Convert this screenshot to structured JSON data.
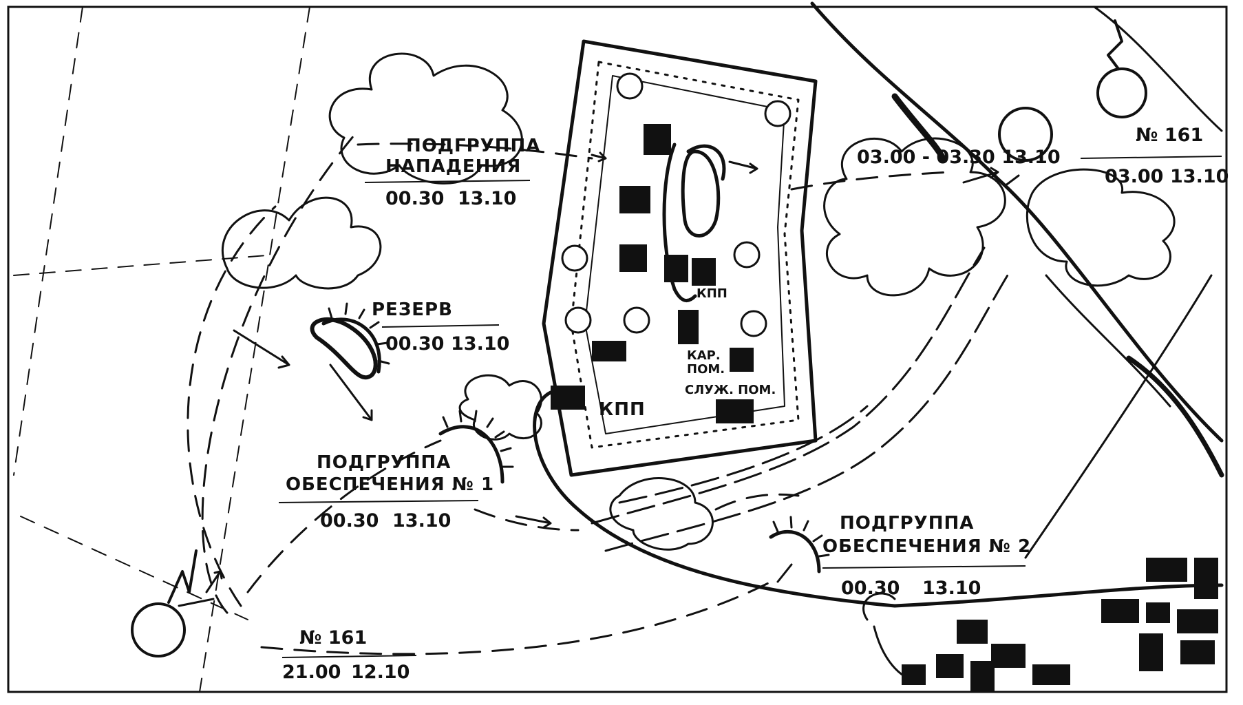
{
  "labels": {
    "attack_title_1": "ПОДГРУППА",
    "attack_title_2": "НАПАДЕНИЯ",
    "attack_time_1": "00.30",
    "attack_time_2": "13.10",
    "reserve_title": "РЕЗЕРВ",
    "reserve_time_1": "00.30",
    "reserve_time_2": "13.10",
    "support1_title_1": "ПОДГРУППА",
    "support1_title_2": "ОБЕСПЕЧЕНИЯ  № 1",
    "support1_time_1": "00.30",
    "support1_time_2": "13.10",
    "support2_title_1": "ПОДГРУППА",
    "support2_title_2": "ОБЕСПЕЧЕНИЯ  № 2",
    "support2_time_1": "00.30",
    "support2_time_2": "13.10",
    "top_time": "03.00 - 03.30  13.10",
    "target_num": "№ 161",
    "target_time_1": "03.00",
    "target_time_2": "13.10",
    "origin_num": "№ 161",
    "origin_time_1": "21.00",
    "origin_time_2": "12.10",
    "kpp_1": "КПП",
    "kpp_2": "КПП",
    "guard_room_1": "КАР.",
    "guard_room_2": "ПОМ.",
    "service_room": "СЛУЖ. ПОМ."
  },
  "colors": {
    "ink": "#111111",
    "paper": "#ffffff"
  }
}
